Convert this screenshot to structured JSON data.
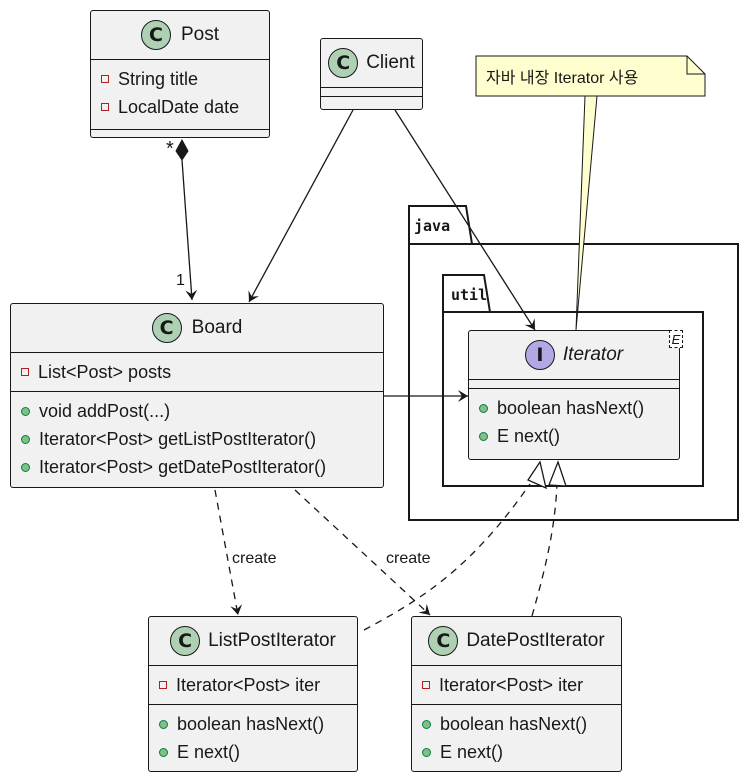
{
  "classes": {
    "post": {
      "stereotype": "C",
      "name": "Post",
      "fields": [
        "String title",
        "LocalDate date"
      ],
      "methods": []
    },
    "client": {
      "stereotype": "C",
      "name": "Client",
      "fields": [],
      "methods": []
    },
    "board": {
      "stereotype": "C",
      "name": "Board",
      "fields": [
        "List<Post> posts"
      ],
      "methods": [
        "void addPost(...)",
        "Iterator<Post> getListPostIterator()",
        "Iterator<Post> getDatePostIterator()"
      ]
    },
    "iterator": {
      "stereotype": "I",
      "name": "Iterator",
      "generic": "E",
      "fields": [],
      "methods": [
        "boolean hasNext()",
        "E next()"
      ]
    },
    "list_post_iterator": {
      "stereotype": "C",
      "name": "ListPostIterator",
      "fields": [
        "Iterator<Post> iter"
      ],
      "methods": [
        "boolean hasNext()",
        "E next()"
      ]
    },
    "date_post_iterator": {
      "stereotype": "C",
      "name": "DatePostIterator",
      "fields": [
        "Iterator<Post> iter"
      ],
      "methods": [
        "boolean hasNext()",
        "E next()"
      ]
    }
  },
  "packages": {
    "outer": "java",
    "inner": "util"
  },
  "note": {
    "text": "자바 내장 Iterator 사용"
  },
  "relations": {
    "composition_multiplicity_source": "*",
    "composition_multiplicity_target": "1",
    "create_label_1": "create",
    "create_label_2": "create"
  },
  "colors": {
    "class_badge": "#add1b2",
    "interface_badge": "#b4a7e5",
    "box_fill": "#f1f1f1",
    "note_fill": "#fefece",
    "line": "#181818"
  }
}
